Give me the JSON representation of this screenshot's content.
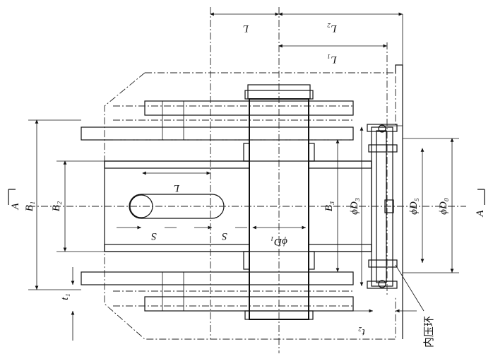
{
  "labels": {
    "L_top": "L",
    "L2": "L₂",
    "L1": "L₁",
    "L_slot": "L",
    "S_left": "S",
    "S_right": "S",
    "B1": "B₁",
    "B2": "B₂",
    "B3": "B₃",
    "D1": "ϕD₁",
    "D3": "ϕD₃",
    "D5": "ϕD₅",
    "D0": "ϕD₀",
    "t1": "t₁",
    "t2": "t₂",
    "A_left": "A",
    "A_right": "A",
    "inner_ring": "内压环"
  }
}
